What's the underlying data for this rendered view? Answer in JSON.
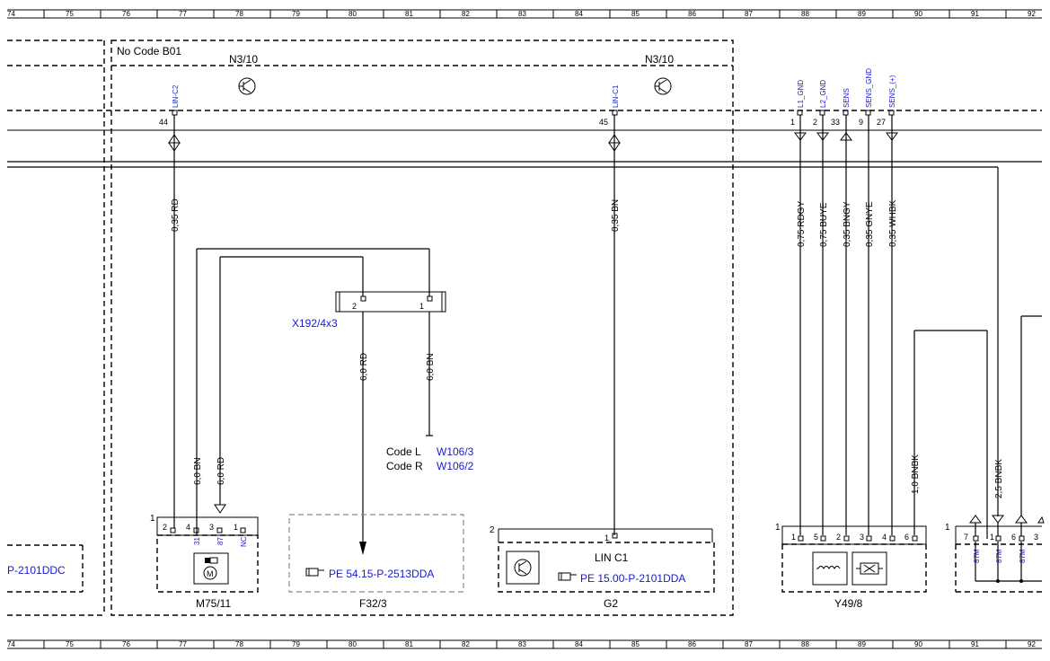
{
  "ruler_top": [
    "74",
    "75",
    "76",
    "77",
    "78",
    "79",
    "80",
    "81",
    "82",
    "83",
    "84",
    "85",
    "86",
    "87",
    "88",
    "89",
    "90",
    "91",
    "92"
  ],
  "ruler_bottom": [
    "74",
    "75",
    "76",
    "77",
    "78",
    "79",
    "80",
    "81",
    "82",
    "83",
    "84",
    "85",
    "86",
    "87",
    "88",
    "89",
    "90",
    "91",
    "92"
  ],
  "frame": {
    "code_label": "No  Code B01"
  },
  "component_n3_left": {
    "name": "N3/10",
    "signal": "LIN-C2",
    "pin": "44"
  },
  "component_n3_right": {
    "name": "N3/10",
    "signal": "LIN-C1",
    "pin": "45"
  },
  "sensor_connector": {
    "signals": [
      "L1_GND",
      "L2_GND",
      "SENS",
      "SENS_GND",
      "SENS_(+)"
    ],
    "pins": [
      "1",
      "2",
      "33",
      "9",
      "27"
    ]
  },
  "wires": {
    "lin_c2": "0,35 RD",
    "lin_c1": "0,35 BN",
    "rdgy": "0,75 RDGY",
    "buye": "0,75 BUYE",
    "bngy": "0,35 BNGY",
    "gnye": "0,35 GNYE",
    "whbk": "0,35 WHBK",
    "bn6": "6,0 BN",
    "rd6a": "6,0 RD",
    "rd6b": "6,0 RD",
    "bn6b": "6,0 BN",
    "bnbk1": "1,0 BNBK",
    "bnbk2": "2,5 BNBK"
  },
  "x192": {
    "name": "X192/4x3",
    "pin_left": "2",
    "pin_right": "1"
  },
  "w106": {
    "code_l": "Code L",
    "ref_l": "W106/3",
    "code_r": "Code R",
    "ref_r": "W106/2"
  },
  "left_partial": {
    "ref": "P-2101DDC"
  },
  "m75": {
    "name": "M75/11",
    "index": "1",
    "pins": [
      "2",
      "4",
      "3",
      "1"
    ],
    "pin_labels": [
      "31",
      "87",
      "NC"
    ]
  },
  "f32": {
    "name": "F32/3",
    "ref": "PE 54.15-P-2513DDA"
  },
  "g2": {
    "name": "G2",
    "index": "2",
    "pin": "1",
    "title": "LIN C1",
    "ref": "PE 15.00-P-2101DDA"
  },
  "y49": {
    "name": "Y49/8",
    "index": "1",
    "pins": [
      "1",
      "5",
      "2",
      "3",
      "4",
      "6"
    ]
  },
  "right_partial": {
    "index": "1",
    "pins": [
      "7",
      "1",
      "6",
      "3"
    ],
    "pin_labels": [
      "87M",
      "87M",
      "87M"
    ]
  },
  "colors": {
    "link": "#1a1acc",
    "line": "#000000",
    "dashed_grey": "#888888"
  },
  "icons": [
    "motor-icon",
    "transistor-icon",
    "pointer-hand-icon",
    "coil-icon",
    "valve-icon",
    "arrow-icon"
  ]
}
